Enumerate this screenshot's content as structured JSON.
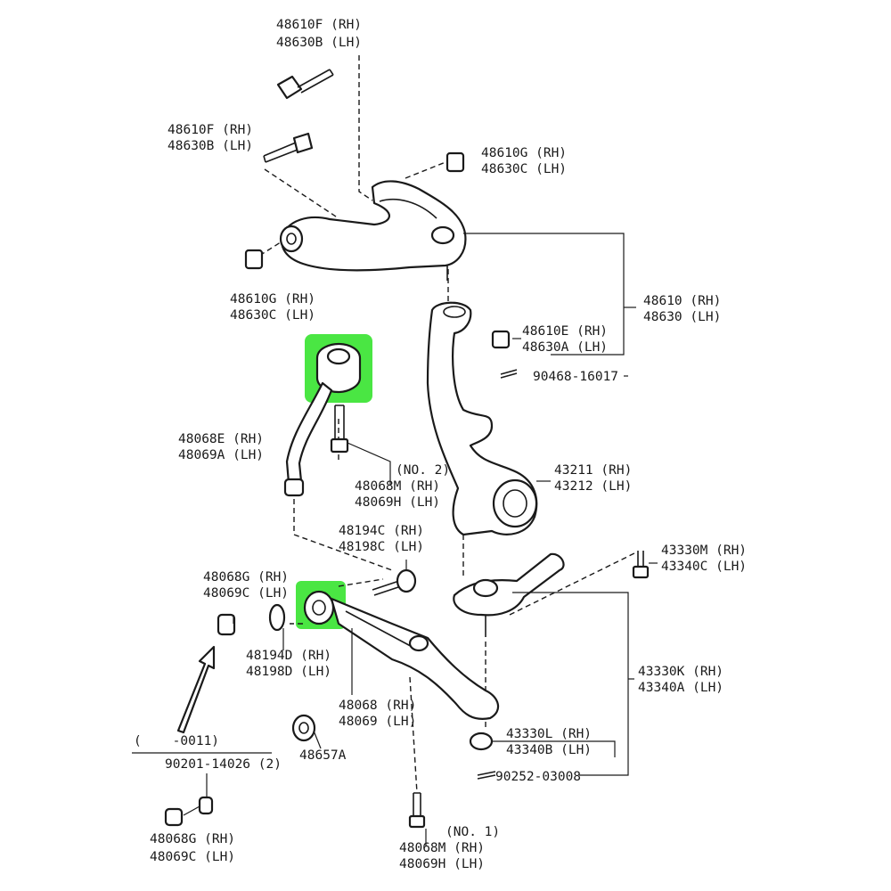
{
  "highlight_color": "#22e01a",
  "labels": {
    "upper_bolt_top_1": "48610F (RH)",
    "upper_bolt_top_2": "48630B (LH)",
    "upper_bolt_mid_1": "48610F (RH)",
    "upper_bolt_mid_2": "48630B (LH)",
    "upper_nut_right_1": "48610G (RH)",
    "upper_nut_right_2": "48630C (LH)",
    "upper_nut_left_1": "48610G (RH)",
    "upper_nut_left_2": "48630C (LH)",
    "upper_arm_1": "48610 (RH)",
    "upper_arm_2": "48630 (LH)",
    "castle_nut_1": "48610E (RH)",
    "castle_nut_2": "48630A (LH)",
    "cotter_pin": "90468-16017",
    "strut_rod_1": "48068E (RH)",
    "strut_rod_2": "48069A (LH)",
    "bolt_no2_a": "(NO. 2)",
    "bolt_no2_b": "48068M (RH)",
    "bolt_no2_c": "48069H (LH)",
    "knuckle_1": "43211 (RH)",
    "knuckle_2": "43212 (LH)",
    "cam_1": "48194C (RH)",
    "cam_2": "48198C (LH)",
    "ball_joint_bolt_1": "43330M (RH)",
    "ball_joint_bolt_2": "43340C (LH)",
    "nut_left_1": "48068G (RH)",
    "nut_left_2": "48069C (LH)",
    "washer_1": "48194D (RH)",
    "washer_2": "48198D (LH)",
    "ball_joint_1": "43330K (RH)",
    "ball_joint_2": "43340A (LH)",
    "lower_arm_1": "48068 (RH)",
    "lower_arm_2": "48069 (LH)",
    "bushing": "48657A",
    "bj_nut_1": "43330L (RH)",
    "bj_nut_2": "43340B (LH)",
    "bj_pin": "90252-03008",
    "applicability": "(    -0011)",
    "bracket_bolt": "90201-14026 (2)",
    "nut_bottom_1": "48068G (RH)",
    "nut_bottom_2": "48069C (LH)",
    "bolt_no1_a": "(NO. 1)",
    "bolt_no1_b": "48068M (RH)",
    "bolt_no1_c": "48069H (LH)"
  }
}
